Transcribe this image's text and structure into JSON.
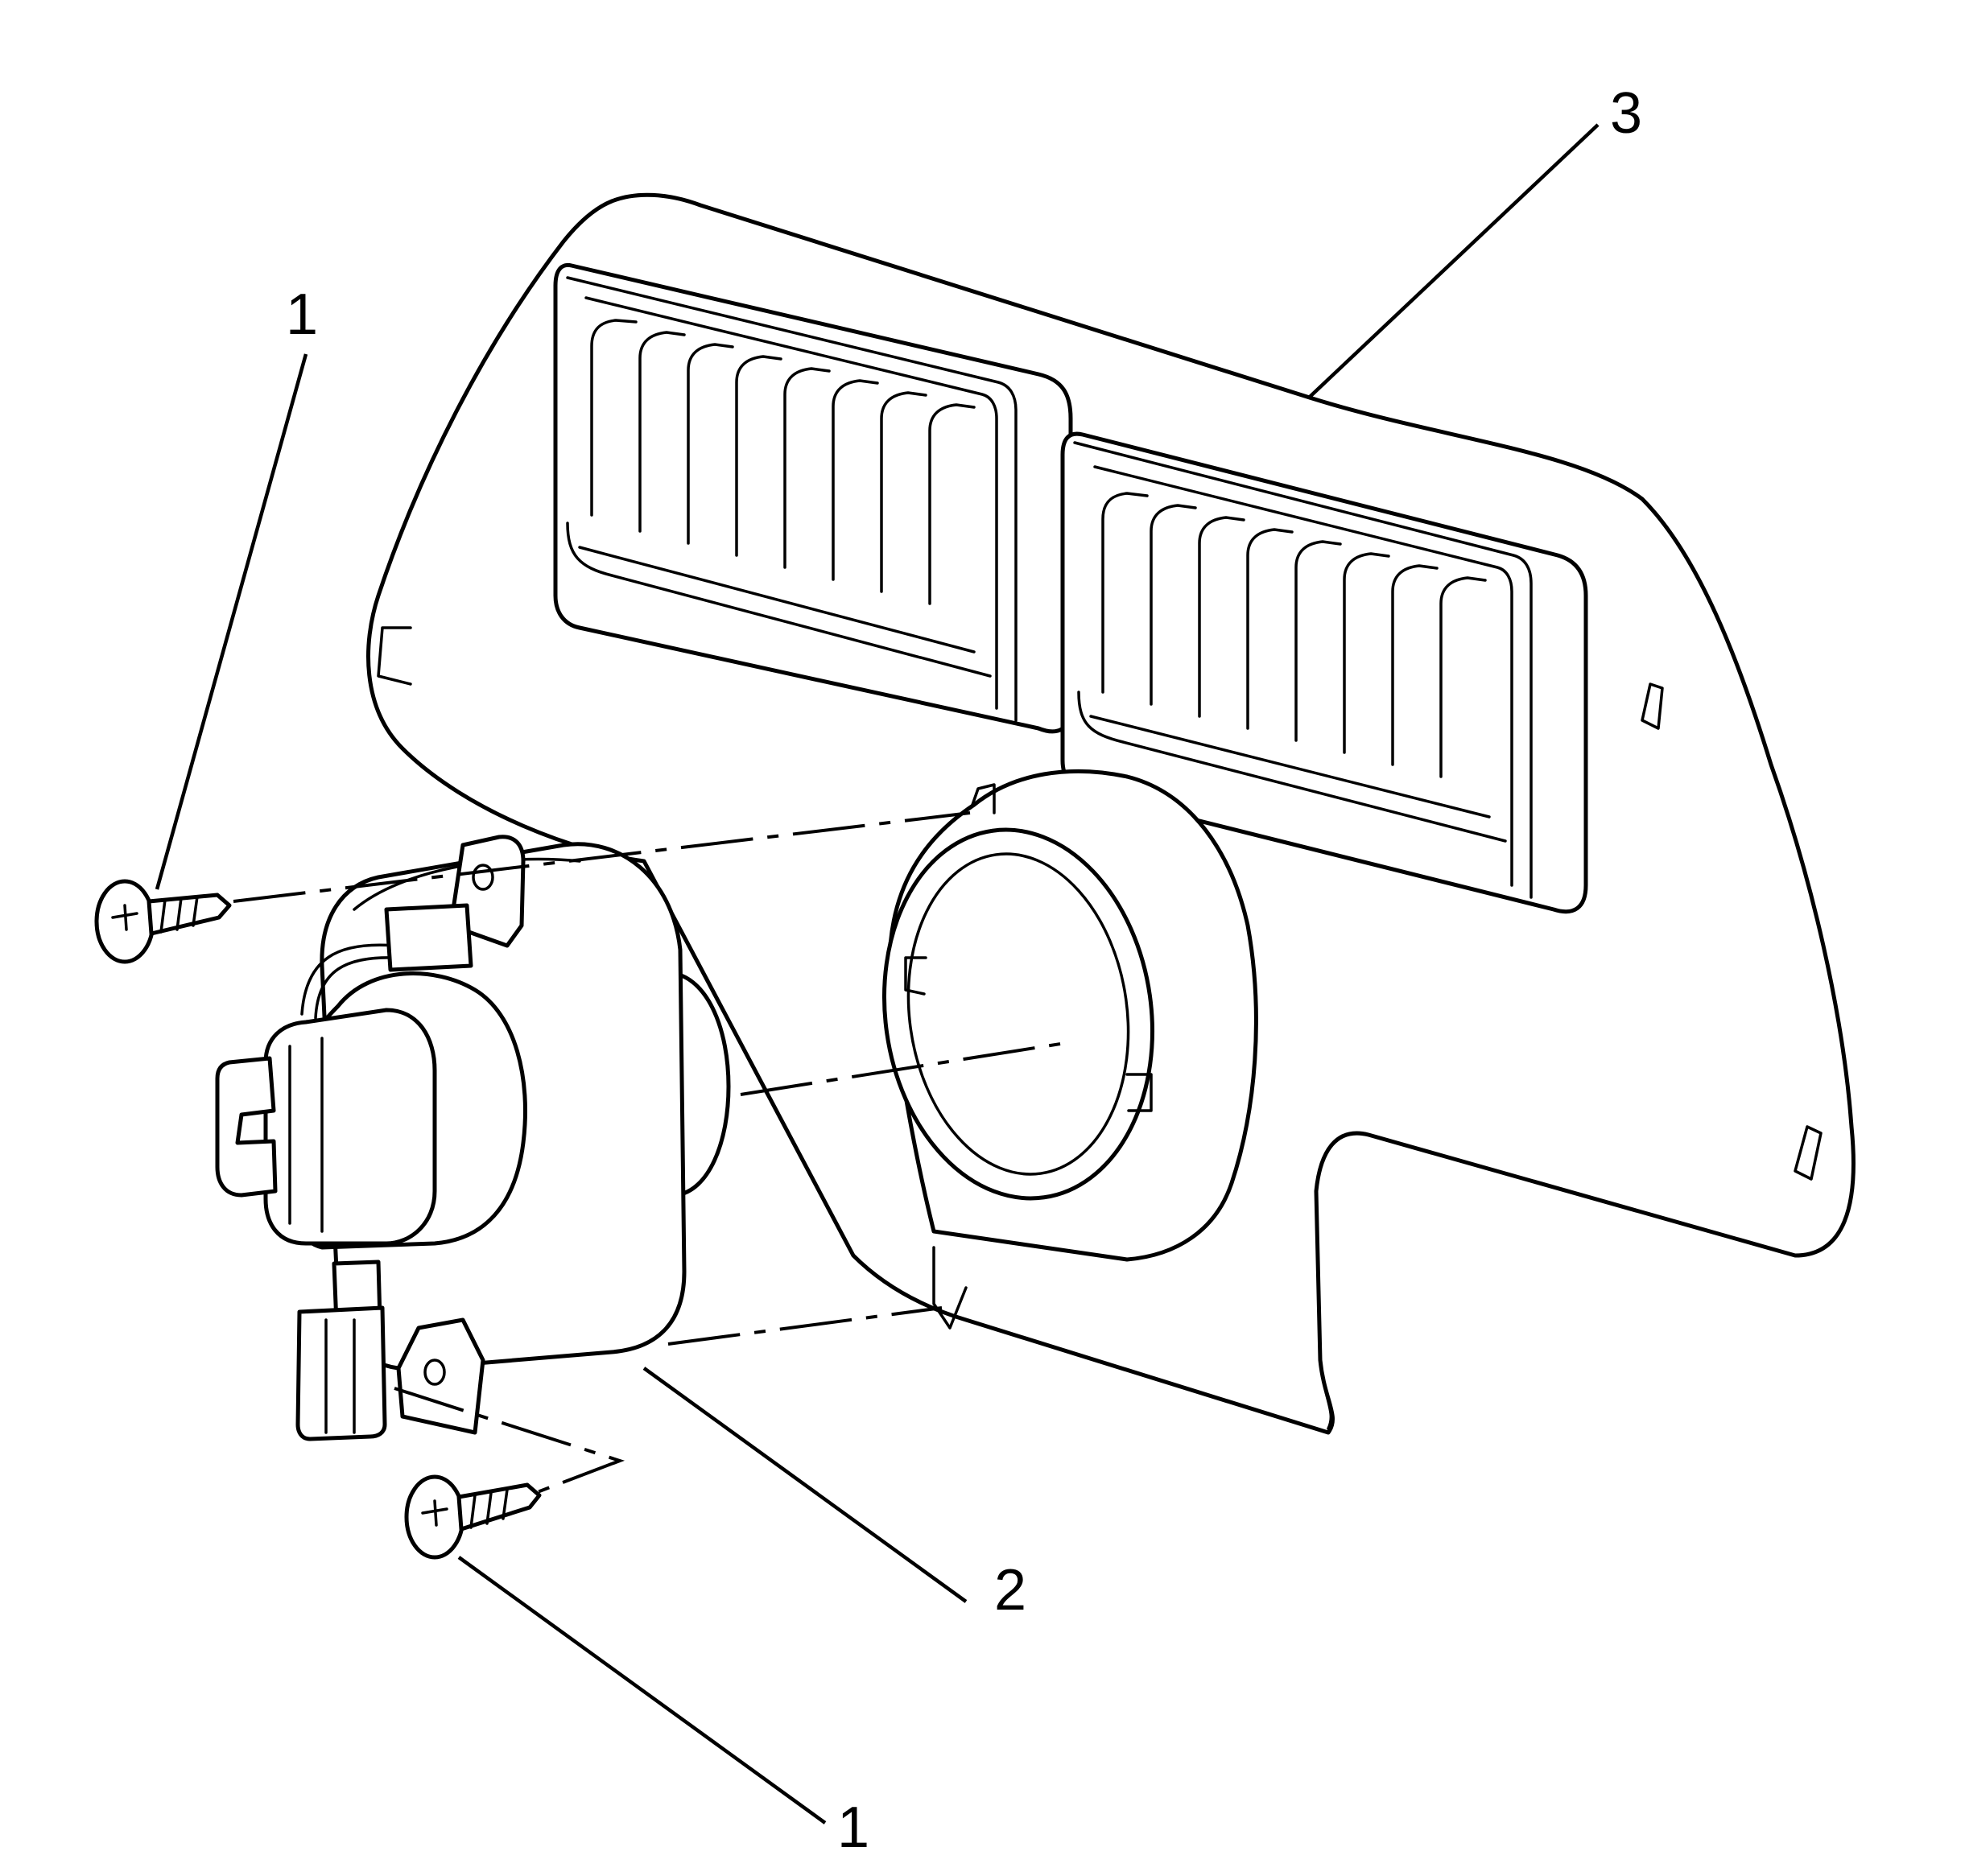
{
  "callouts": [
    {
      "id": "screw-upper",
      "label": "1"
    },
    {
      "id": "fog-lamp",
      "label": "2"
    },
    {
      "id": "bezel",
      "label": "3"
    },
    {
      "id": "screw-lower",
      "label": "1"
    }
  ]
}
